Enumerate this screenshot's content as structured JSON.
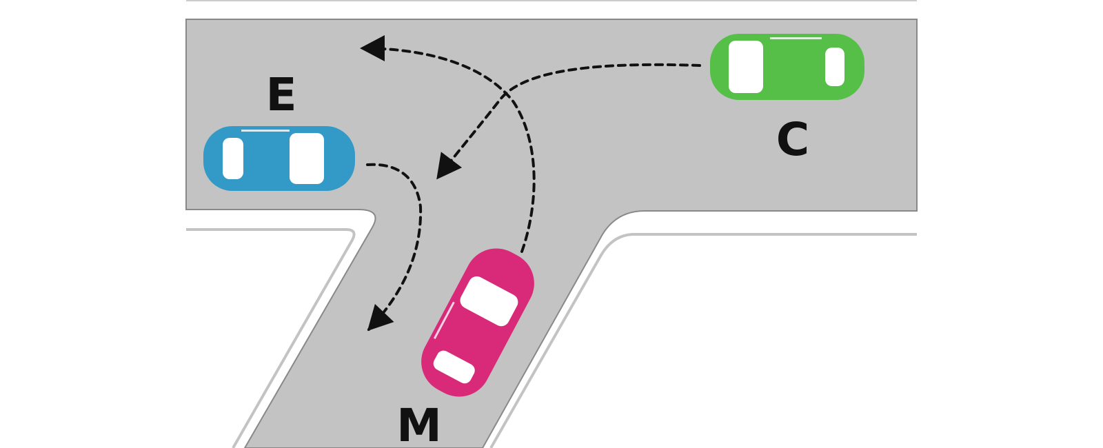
{
  "cars": [
    {
      "id": "E",
      "label": "E",
      "color": "#3399c7"
    },
    {
      "id": "C",
      "label": "C",
      "color": "#55bf48"
    },
    {
      "id": "M",
      "label": "M",
      "color": "#d82a78"
    }
  ],
  "road": {
    "surface_color": "#c3c3c3",
    "edge_line_color": "#ffffff",
    "arrow_color": "#111111"
  }
}
